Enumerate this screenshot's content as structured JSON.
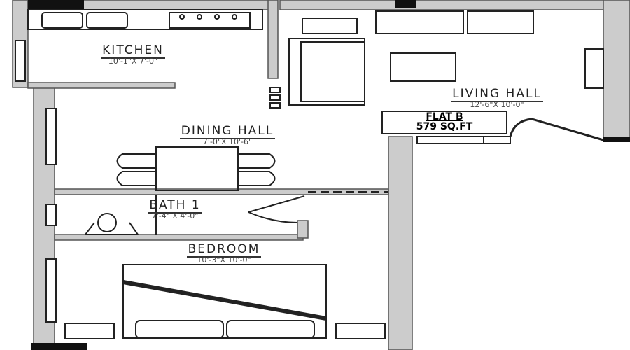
{
  "rooms": {
    "kitchen": {
      "name": "KITCHEN",
      "size": "10'-1\"X 7'-0\""
    },
    "living": {
      "name": "LIVING HALL",
      "size": "12'-6\"X 10'-0\""
    },
    "dining": {
      "name": "DINING HALL",
      "size": "7'-0\"X 10'-6\""
    },
    "bath": {
      "name": "BATH 1",
      "size": "7'-4\" X 4'-0\""
    },
    "bedroom": {
      "name": "BEDROOM",
      "size": "10'-3\"X 10'-0\""
    }
  },
  "flat": {
    "title": "FLAT B",
    "area": "579 SQ.FT"
  },
  "colors": {
    "wall": "#222222",
    "wall_fill": "#cccccc",
    "line": "#333333"
  }
}
